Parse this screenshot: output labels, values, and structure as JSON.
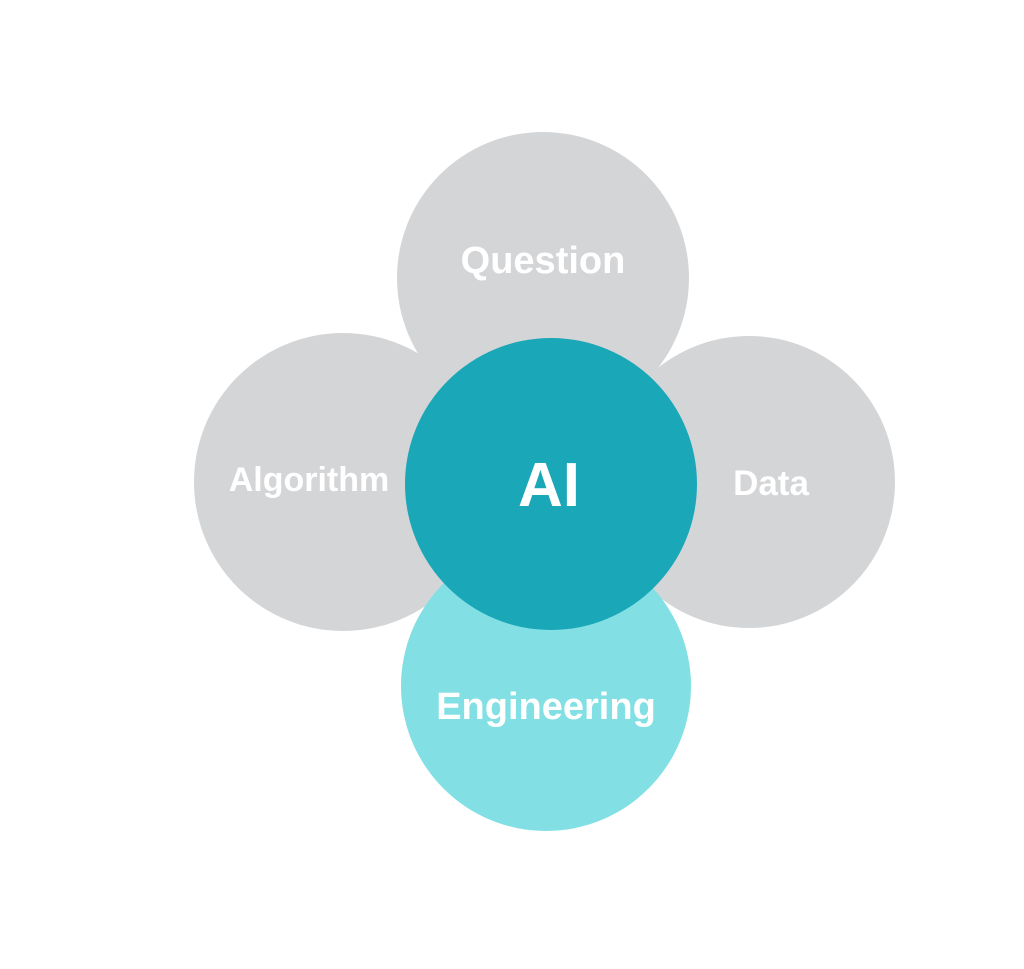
{
  "diagram": {
    "colors": {
      "background": "#ffffff",
      "outer_circle": "#d4d5d7",
      "engineering_circle": "#82e0e5",
      "center_circle": "#1aa7b7",
      "label_text": "#ffffff"
    },
    "center": {
      "label": "AI"
    },
    "circles": {
      "question": {
        "label": "Question"
      },
      "algorithm": {
        "label": "Algorithm"
      },
      "data": {
        "label": "Data"
      },
      "engineering": {
        "label": "Engineering"
      }
    }
  }
}
